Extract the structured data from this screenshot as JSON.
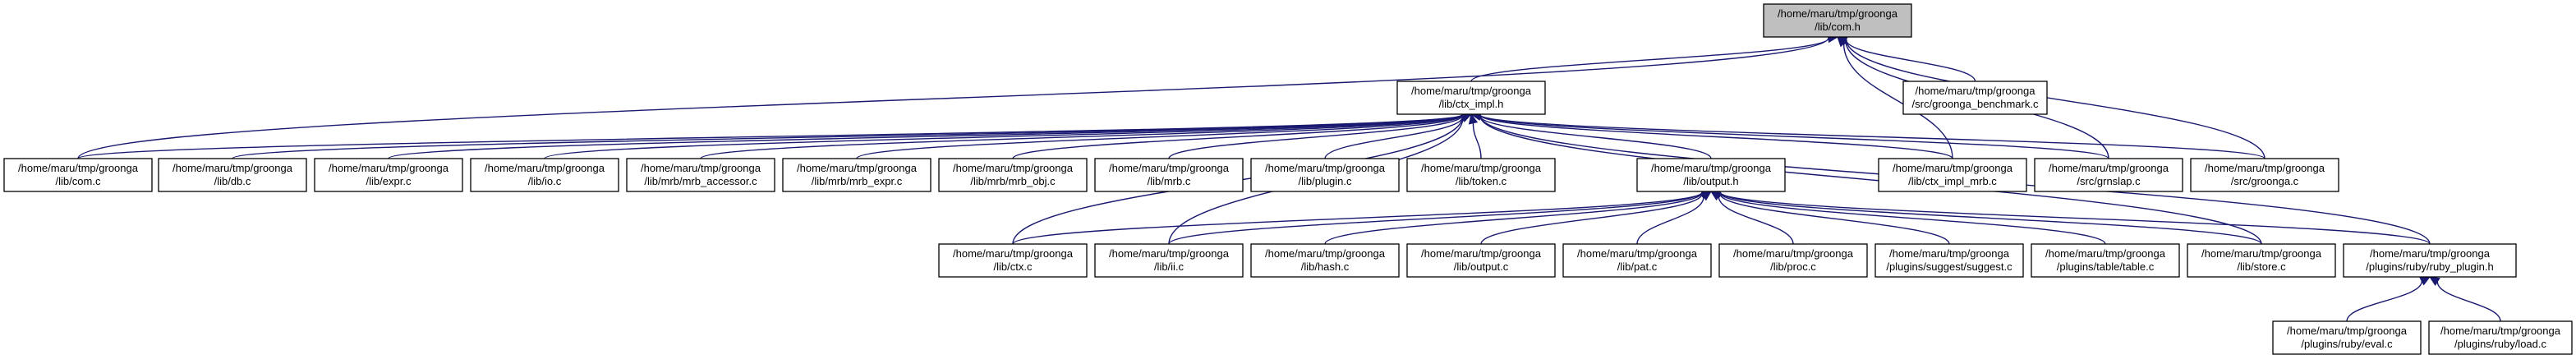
{
  "nodes": {
    "com_h": {
      "line1": "/home/maru/tmp/groonga",
      "line2": "/lib/com.h"
    },
    "ctx_impl_h": {
      "line1": "/home/maru/tmp/groonga",
      "line2": "/lib/ctx_impl.h"
    },
    "benchmark_c": {
      "line1": "/home/maru/tmp/groonga",
      "line2": "/src/groonga_benchmark.c"
    },
    "com_c": {
      "line1": "/home/maru/tmp/groonga",
      "line2": "/lib/com.c"
    },
    "db_c": {
      "line1": "/home/maru/tmp/groonga",
      "line2": "/lib/db.c"
    },
    "expr_c": {
      "line1": "/home/maru/tmp/groonga",
      "line2": "/lib/expr.c"
    },
    "io_c": {
      "line1": "/home/maru/tmp/groonga",
      "line2": "/lib/io.c"
    },
    "mrb_accessor_c": {
      "line1": "/home/maru/tmp/groonga",
      "line2": "/lib/mrb/mrb_accessor.c"
    },
    "mrb_expr_c": {
      "line1": "/home/maru/tmp/groonga",
      "line2": "/lib/mrb/mrb_expr.c"
    },
    "mrb_obj_c": {
      "line1": "/home/maru/tmp/groonga",
      "line2": "/lib/mrb/mrb_obj.c"
    },
    "mrb_c": {
      "line1": "/home/maru/tmp/groonga",
      "line2": "/lib/mrb.c"
    },
    "plugin_c": {
      "line1": "/home/maru/tmp/groonga",
      "line2": "/lib/plugin.c"
    },
    "token_c": {
      "line1": "/home/maru/tmp/groonga",
      "line2": "/lib/token.c"
    },
    "output_h": {
      "line1": "/home/maru/tmp/groonga",
      "line2": "/lib/output.h"
    },
    "ctx_impl_mrb_c": {
      "line1": "/home/maru/tmp/groonga",
      "line2": "/lib/ctx_impl_mrb.c"
    },
    "grnslap_c": {
      "line1": "/home/maru/tmp/groonga",
      "line2": "/src/grnslap.c"
    },
    "groonga_c": {
      "line1": "/home/maru/tmp/groonga",
      "line2": "/src/groonga.c"
    },
    "ctx_c": {
      "line1": "/home/maru/tmp/groonga",
      "line2": "/lib/ctx.c"
    },
    "ii_c": {
      "line1": "/home/maru/tmp/groonga",
      "line2": "/lib/ii.c"
    },
    "hash_c": {
      "line1": "/home/maru/tmp/groonga",
      "line2": "/lib/hash.c"
    },
    "output_c": {
      "line1": "/home/maru/tmp/groonga",
      "line2": "/lib/output.c"
    },
    "pat_c": {
      "line1": "/home/maru/tmp/groonga",
      "line2": "/lib/pat.c"
    },
    "proc_c": {
      "line1": "/home/maru/tmp/groonga",
      "line2": "/lib/proc.c"
    },
    "suggest_c": {
      "line1": "/home/maru/tmp/groonga",
      "line2": "/plugins/suggest/suggest.c"
    },
    "table_c": {
      "line1": "/home/maru/tmp/groonga",
      "line2": "/plugins/table/table.c"
    },
    "store_c": {
      "line1": "/home/maru/tmp/groonga",
      "line2": "/lib/store.c"
    },
    "ruby_plugin_h": {
      "line1": "/home/maru/tmp/groonga",
      "line2": "/plugins/ruby/ruby_plugin.h"
    },
    "eval_c": {
      "line1": "/home/maru/tmp/groonga",
      "line2": "/plugins/ruby/eval.c"
    },
    "load_c": {
      "line1": "/home/maru/tmp/groonga",
      "line2": "/plugins/ruby/load.c"
    }
  },
  "colors": {
    "edge": "#191970",
    "root_fill": "#bfbfbf",
    "node_fill": "#ffffff",
    "node_border": "#000000"
  }
}
